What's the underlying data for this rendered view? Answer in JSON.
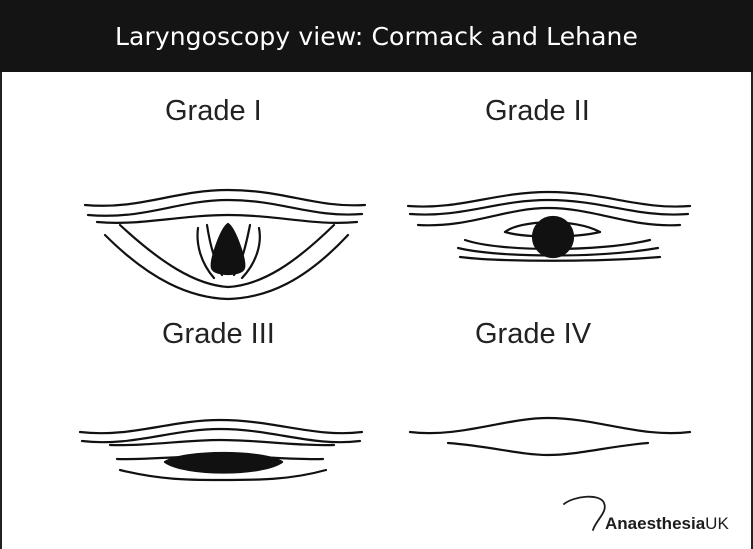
{
  "header": {
    "title": "Laryngoscopy view: Cormack and Lehane"
  },
  "grades": [
    {
      "label": "Grade I"
    },
    {
      "label": "Grade II"
    },
    {
      "label": "Grade III"
    },
    {
      "label": "Grade IV"
    }
  ],
  "logo": {
    "text_bold": "Anaesthesia",
    "text_regular": "UK"
  },
  "colors": {
    "header_bg": "#141414",
    "header_text": "#ffffff",
    "ink": "#111111"
  }
}
